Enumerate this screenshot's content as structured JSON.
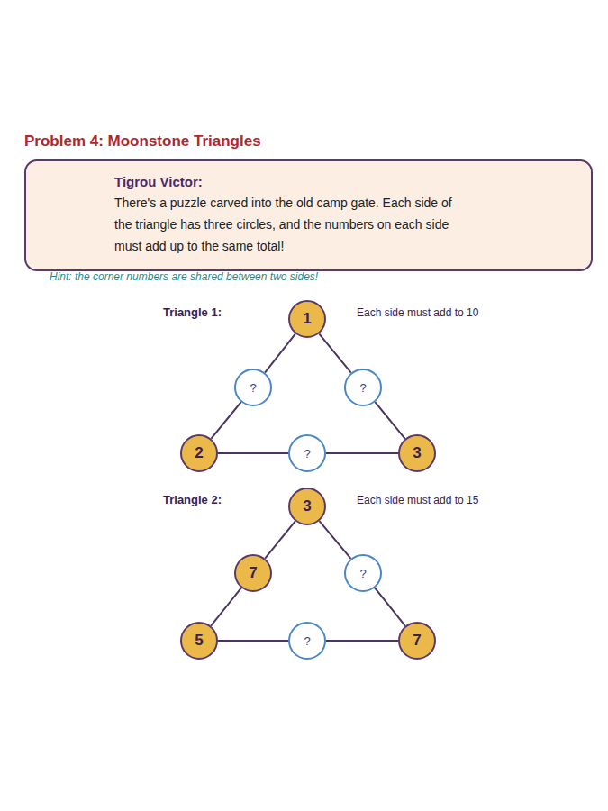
{
  "diagram": {
    "title": "Problem 4: Moonstone Triangles",
    "nodes": [
      {
        "text": [
          "Tigrou Victor:",
          "There's a puzzle carved into the old camp gate. Each side of the triangle has three circles, and the numbers on each side must add up to the same total!"
        ]
      },
      {
        "text": [
          "1"
        ]
      },
      {
        "text": [
          "?"
        ]
      },
      {
        "text": [
          "?"
        ]
      },
      {
        "text": [
          "2"
        ]
      },
      {
        "text": [
          "?"
        ]
      },
      {
        "text": [
          "3"
        ]
      },
      {
        "text": [
          "3"
        ]
      },
      {
        "text": [
          "7"
        ]
      },
      {
        "text": [
          "?"
        ]
      },
      {
        "text": [
          "5"
        ]
      },
      {
        "text": [
          "?"
        ]
      },
      {
        "text": [
          "7"
        ]
      }
    ],
    "edges": [
      {
        "from": 1,
        "to": 2,
        "arrow": "none"
      },
      {
        "from": 2,
        "to": 4,
        "arrow": "none"
      },
      {
        "from": 4,
        "to": 5,
        "arrow": "none"
      },
      {
        "from": 5,
        "to": 6,
        "arrow": "none"
      },
      {
        "from": 6,
        "to": 3,
        "arrow": "none"
      },
      {
        "from": 3,
        "to": 1,
        "arrow": "none"
      },
      {
        "from": 7,
        "to": 8,
        "arrow": "none"
      },
      {
        "from": 8,
        "to": 10,
        "arrow": "none"
      },
      {
        "from": 10,
        "to": 11,
        "arrow": "none"
      },
      {
        "from": 11,
        "to": 12,
        "arrow": "none"
      },
      {
        "from": 12,
        "to": 9,
        "arrow": "none"
      },
      {
        "from": 9,
        "to": 7,
        "arrow": "none"
      }
    ],
    "labels": [
      "Hint: the corner numbers are shared between two sides!",
      "Triangle 1:",
      "Each side must add to 10",
      "Triangle 2:",
      "Each side must add to 15"
    ]
  }
}
